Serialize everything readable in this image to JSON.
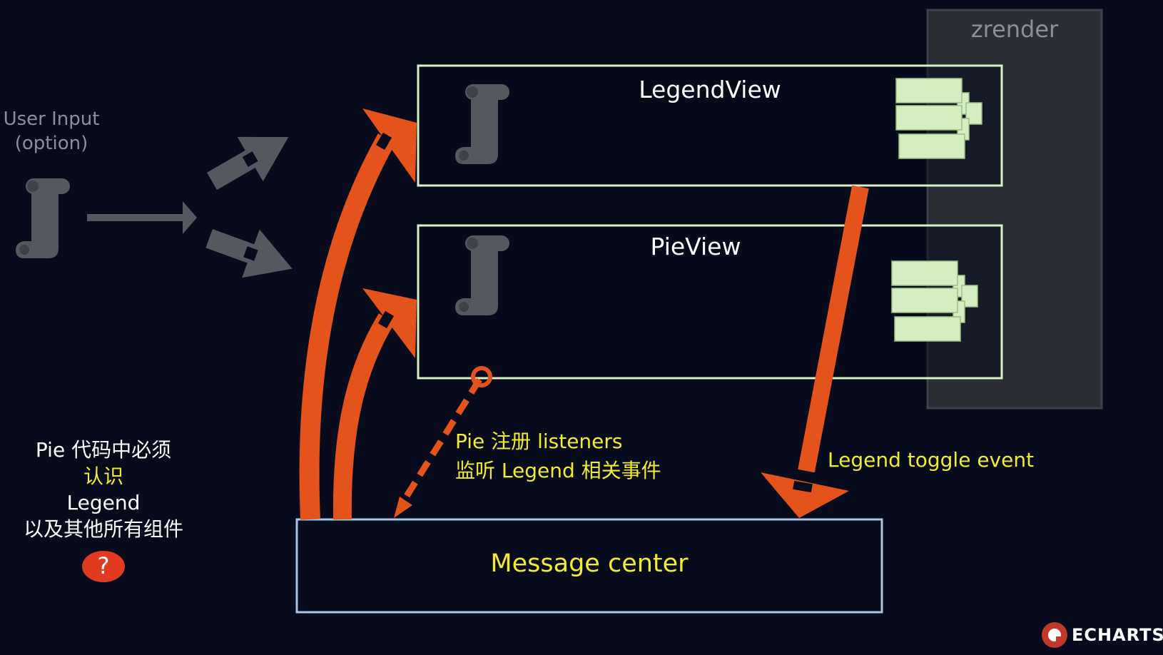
{
  "zrender": {
    "label": "zrender"
  },
  "user_input": {
    "line1": "User Input",
    "line2": "(option)"
  },
  "legend_view": {
    "title": "LegendView"
  },
  "pie_view": {
    "title": "PieView"
  },
  "message_center": {
    "label": "Message center"
  },
  "pie_listeners": {
    "line1": "Pie 注册 listeners",
    "line2": "监听 Legend 相关事件"
  },
  "legend_event": {
    "label": "Legend toggle event"
  },
  "left_note": {
    "line1": "Pie 代码中必须",
    "line2": "认识",
    "line3": "Legend",
    "line4": "以及其他所有组件",
    "question": "?"
  },
  "brand": {
    "name": "ECHARTS"
  },
  "colors": {
    "background": "#070b1c",
    "arrow": "#e4531c",
    "box_border": "#d8f0c6",
    "message_border": "#a9c4e6",
    "highlight_text": "#f1ec2f",
    "icon_grey": "#55585f",
    "shape_green": "#d4eec0"
  }
}
